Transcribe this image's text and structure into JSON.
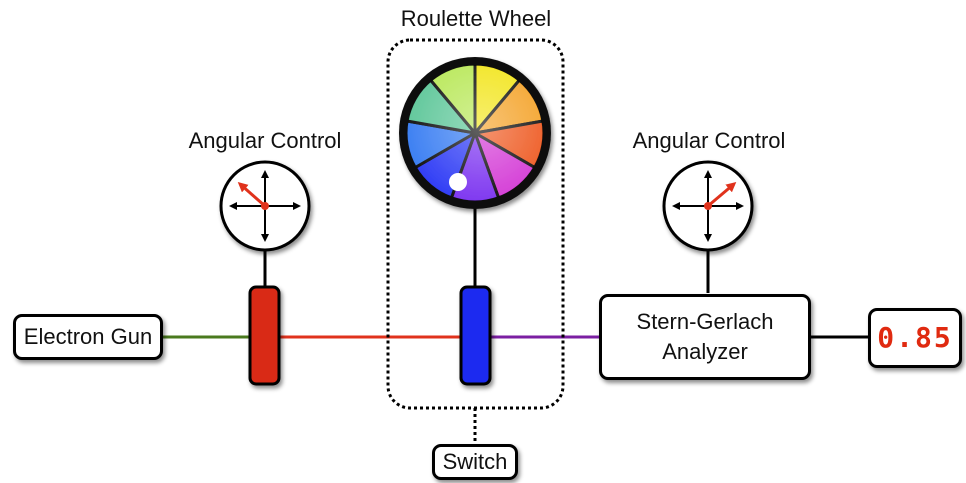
{
  "labels": {
    "roulette_wheel": "Roulette Wheel",
    "angular_control_left": "Angular Control",
    "angular_control_right": "Angular Control",
    "electron_gun": "Electron Gun",
    "stern_gerlach_line1": "Stern-Gerlach",
    "stern_gerlach_line2": "Analyzer",
    "switch": "Switch",
    "readout_value": "0.85"
  },
  "colors": {
    "beam_gun": "#4a7a1e",
    "beam_middle": "#e0321c",
    "beam_after_switch": "#7b1fa2",
    "left_filter": "#d92c16",
    "switch_filter": "#1a2cf0",
    "dial_hand": "#e0321c",
    "readout_text": "#e02a10",
    "wheel_segments": [
      "#f2e51e",
      "#f4a32a",
      "#ee5a22",
      "#d43cd6",
      "#7d35f0",
      "#2f3cf5",
      "#3a7ef2",
      "#5fc79a",
      "#b9e85a"
    ]
  },
  "icons": {
    "left_dial": "compass-dial-icon",
    "right_dial": "compass-dial-icon",
    "wheel": "color-wheel-icon",
    "ball": "ball-icon"
  }
}
